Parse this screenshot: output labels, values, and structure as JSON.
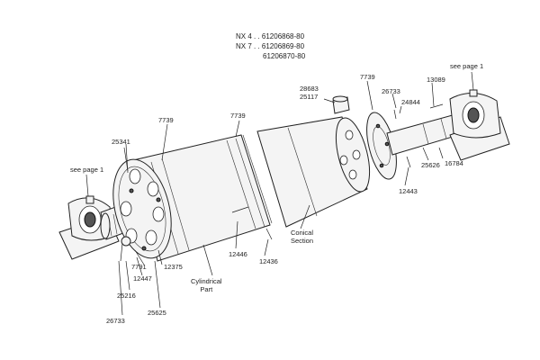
{
  "header": {
    "line1": "NX 4 . . 61206868-80",
    "line2": "NX 7 . . 61206869-80",
    "line3": "61206870-80"
  },
  "labels": {
    "see_page_left": "see page 1",
    "see_page_right": "see page 1",
    "p7739_a": "7739",
    "p7739_b": "7739",
    "p7739_c": "7739",
    "p25341": "25341",
    "p28683": "28683",
    "p25117": "25117",
    "p26733_top": "26733",
    "p24844": "24844",
    "p13089": "13089",
    "p25626": "25626",
    "p16784": "16784",
    "p12443": "12443",
    "conical_1": "Conical",
    "conical_2": "Section",
    "p12446": "12446",
    "p12436": "12436",
    "cyl_1": "Cylindrical",
    "cyl_2": "Part",
    "p12375": "12375",
    "p7791": "7791",
    "p12447": "12447",
    "p25216": "25216",
    "p25625": "25625",
    "p26733_bottom": "26733"
  }
}
